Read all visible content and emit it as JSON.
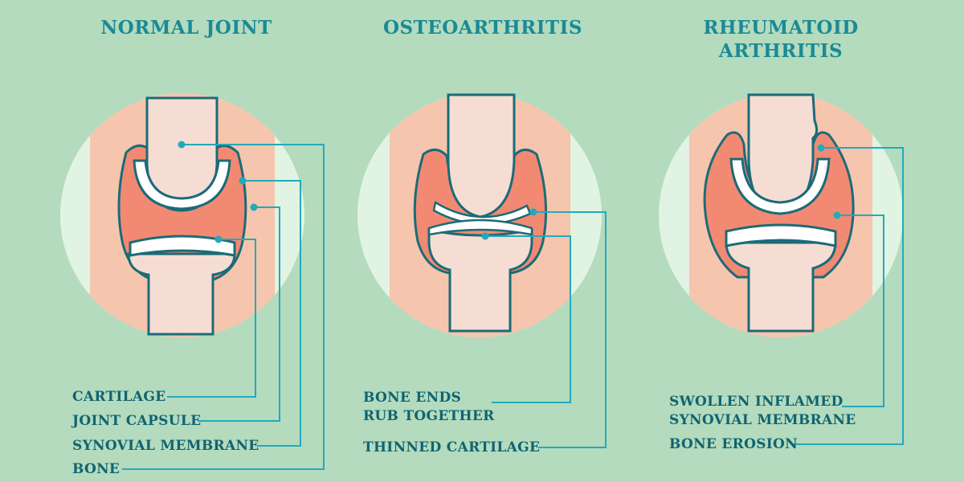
{
  "colors": {
    "background": "#b4dbbd",
    "circle": "#e1f3e3",
    "skin": "#f6c5ad",
    "bone": "#f5ddd4",
    "cartilage": "#ffffff",
    "synovial": "#f28a73",
    "outline": "#1b6b78",
    "leader": "#22aabb",
    "title": "#1a8a96",
    "label": "#0f6472"
  },
  "panels": [
    {
      "title": "NORMAL JOINT",
      "labels": [
        "CARTILAGE",
        "JOINT CAPSULE",
        "SYNOVIAL MEMBRANE",
        "BONE"
      ]
    },
    {
      "title": "OSTEOARTHRITIS",
      "labels": [
        "BONE ENDS\nRUB TOGETHER",
        "THINNED CARTILAGE"
      ]
    },
    {
      "title": "RHEUMATOID\nARTHRITIS",
      "labels": [
        "SWOLLEN INFLAMED\nSYNOVIAL MEMBRANE",
        "BONE EROSION"
      ]
    }
  ]
}
